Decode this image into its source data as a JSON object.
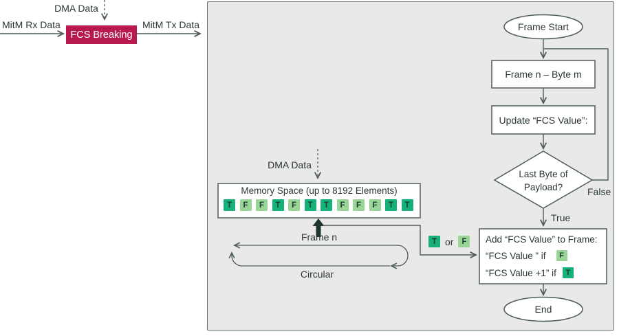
{
  "top_left": {
    "dma_label": "DMA Data",
    "rx_label": "MitM Rx Data",
    "fcs_box_label": "FCS Breaking",
    "tx_label": "MitM Tx Data"
  },
  "memory": {
    "dma_label": "DMA Data",
    "title": "Memory Space (up to 8192 Elements)",
    "cells": [
      "T",
      "F",
      "F",
      "T",
      "F",
      "T",
      "T",
      "F",
      "F",
      "F",
      "T",
      "T"
    ],
    "frame_label": "Frame n",
    "circular_label": "Circular"
  },
  "selector": {
    "t": "T",
    "or": "or",
    "f": "F"
  },
  "flowchart": {
    "start": "Frame Start",
    "step1": "Frame n – Byte m",
    "step2": "Update “FCS Value”:",
    "decision_line1": "Last Byte of",
    "decision_line2": "Payload?",
    "false_label": "False",
    "true_label": "True",
    "add_line1": "Add “FCS Value” to Frame:",
    "add_line2": "“FCS Value ” if",
    "add_line2_chip": "F",
    "add_line3": "“FCS Value +1” if",
    "add_line3_chip": "T",
    "end": "End"
  },
  "colors": {
    "panel_bg": "#e9eae8",
    "panel_border": "#62726c",
    "stroke": "#4d5d56",
    "accent_red": "#b81a4d",
    "chip_true": "#16b179",
    "chip_false": "#98d597",
    "thick_arrow": "#20362d"
  }
}
